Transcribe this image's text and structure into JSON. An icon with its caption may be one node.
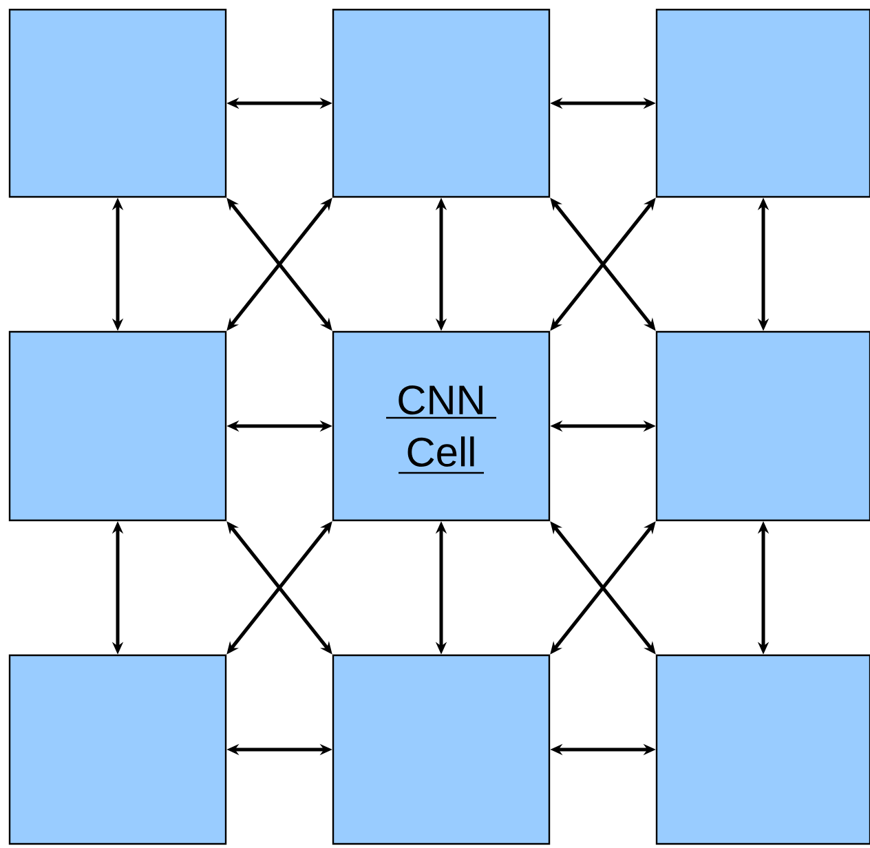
{
  "diagram": {
    "nodes": [
      {
        "text": [],
        "shape": "box"
      },
      {
        "text": [],
        "shape": "box"
      },
      {
        "text": [],
        "shape": "box"
      },
      {
        "text": [],
        "shape": "box"
      },
      {
        "text": [
          "CNN Cell"
        ]
      },
      {
        "text": [],
        "shape": "box"
      },
      {
        "text": [],
        "shape": "box"
      },
      {
        "text": [],
        "shape": "box"
      },
      {
        "text": [],
        "shape": "box"
      }
    ],
    "edges": [
      {
        "from": 0,
        "to": 1,
        "arrow": "both"
      },
      {
        "from": 1,
        "to": 2,
        "arrow": "both"
      },
      {
        "from": 0,
        "to": 3,
        "arrow": "both"
      },
      {
        "from": 1,
        "to": 3,
        "arrow": "both"
      },
      {
        "from": 0,
        "to": 4,
        "arrow": "both"
      },
      {
        "from": 1,
        "to": 4,
        "arrow": "both"
      },
      {
        "from": 2,
        "to": 4,
        "arrow": "both"
      },
      {
        "from": 1,
        "to": 5,
        "arrow": "both"
      },
      {
        "from": 2,
        "to": 5,
        "arrow": "both"
      },
      {
        "from": 3,
        "to": 4,
        "arrow": "both"
      },
      {
        "from": 4,
        "to": 5,
        "arrow": "both"
      },
      {
        "from": 3,
        "to": 6,
        "arrow": "both"
      },
      {
        "from": 4,
        "to": 6,
        "arrow": "both"
      },
      {
        "from": 3,
        "to": 7,
        "arrow": "both"
      },
      {
        "from": 4,
        "to": 7,
        "arrow": "both"
      },
      {
        "from": 5,
        "to": 7,
        "arrow": "both"
      },
      {
        "from": 4,
        "to": 8,
        "arrow": "both"
      },
      {
        "from": 5,
        "to": 8,
        "arrow": "both"
      },
      {
        "from": 6,
        "to": 7,
        "arrow": "both"
      },
      {
        "from": 7,
        "to": 8,
        "arrow": "both"
      }
    ]
  }
}
